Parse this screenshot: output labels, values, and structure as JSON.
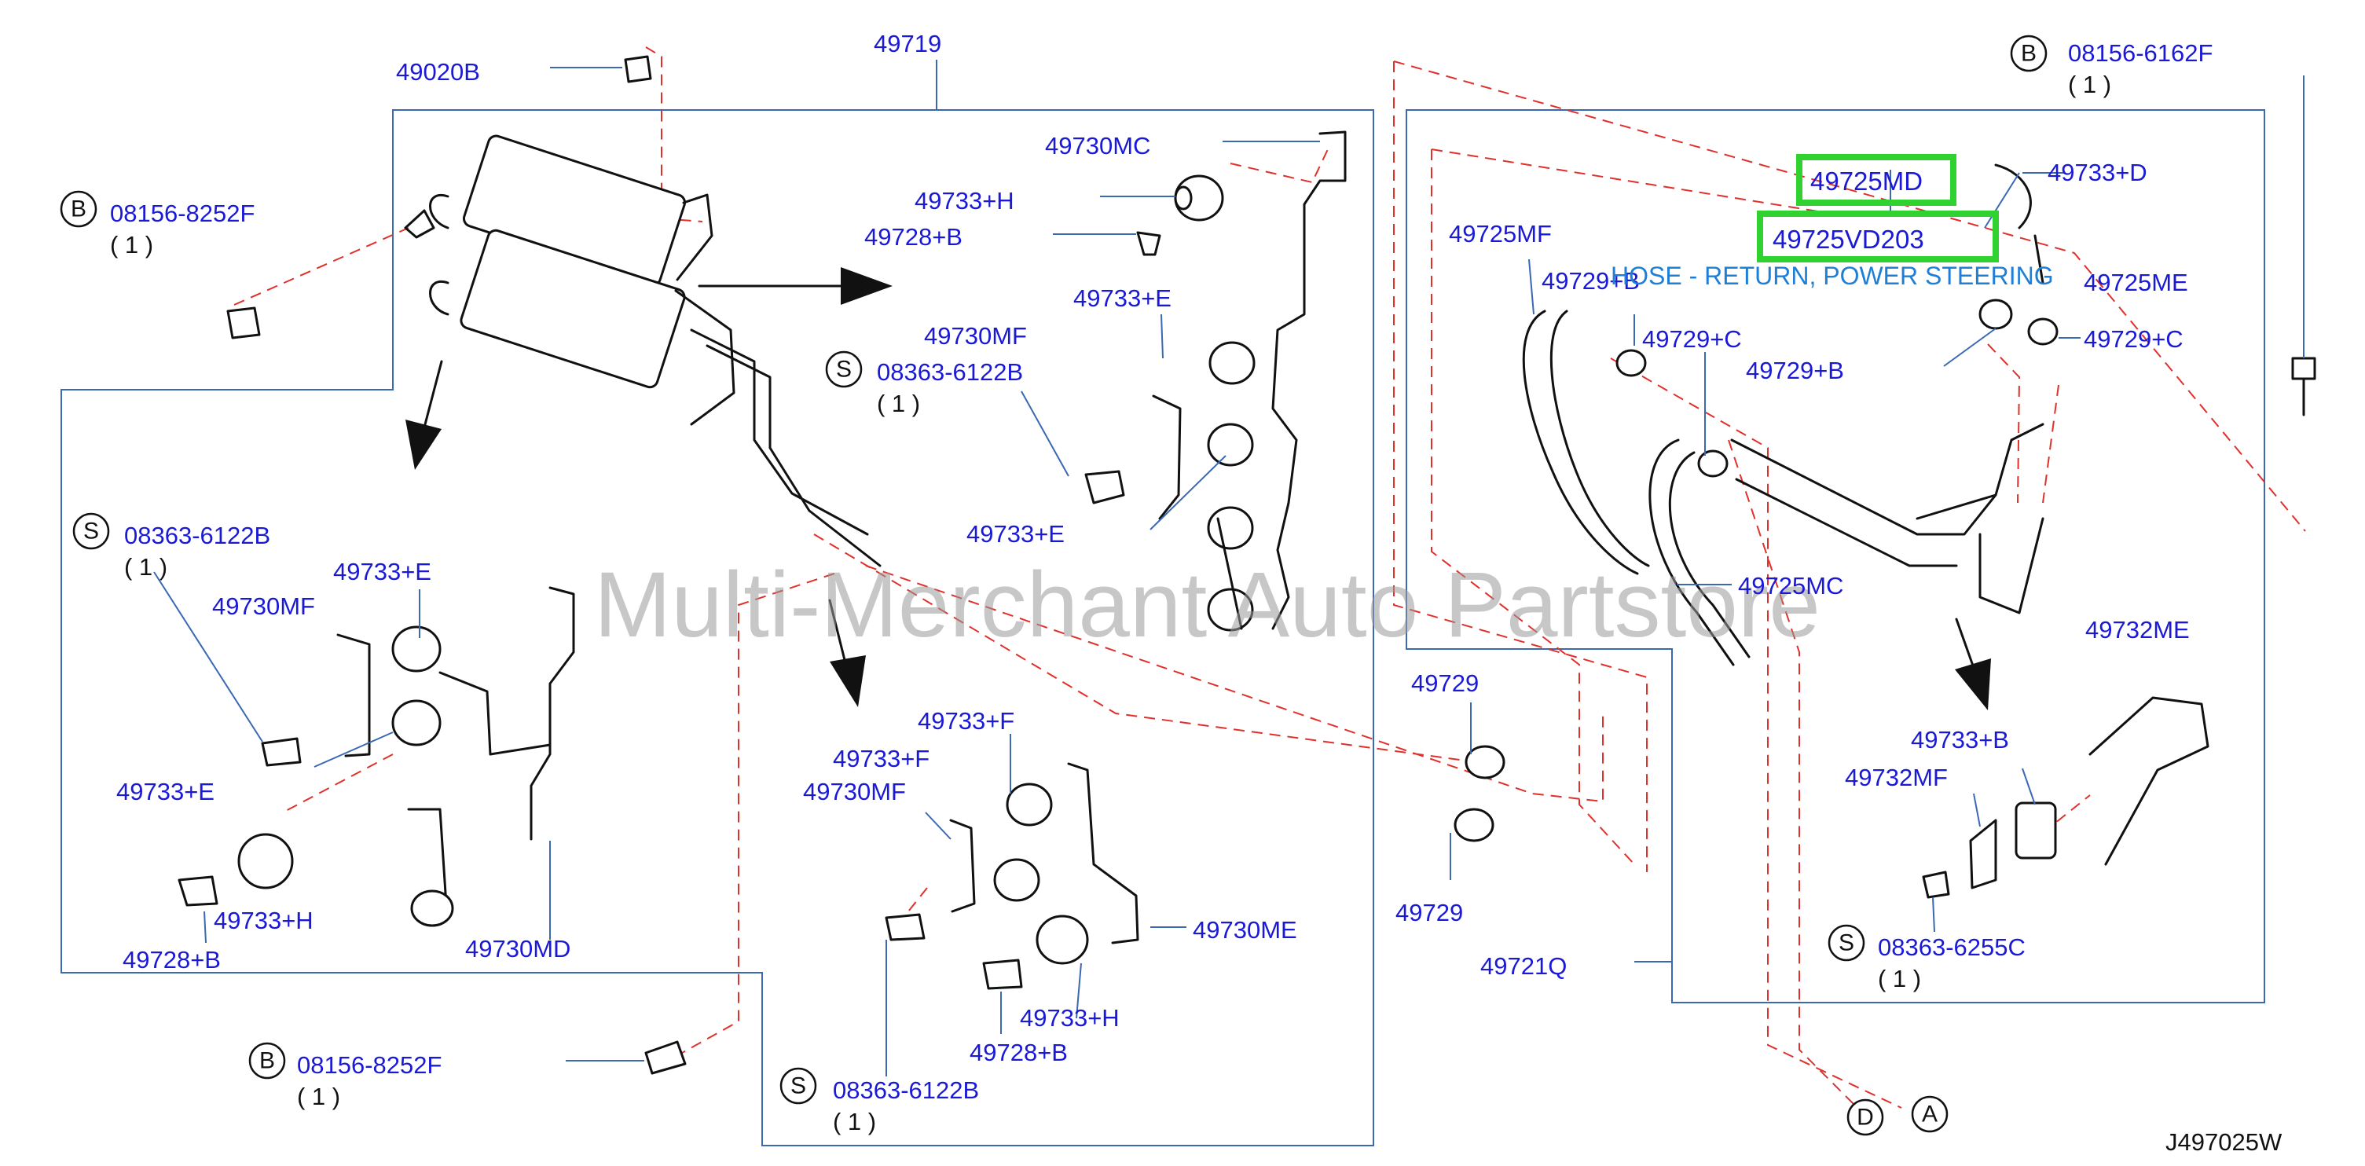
{
  "watermark": "Multi-Merchant Auto Partstore",
  "diagram_code": "J497025W",
  "highlighted": {
    "part_a": "49725MD",
    "part_b": "49725VD203",
    "description": "HOSE - RETURN, POWER STEERING",
    "highlight_color": "#2fd22f"
  },
  "labels": {
    "l_49020B": "49020B",
    "l_49719": "49719",
    "l_08156_6162F": "08156-6162F",
    "l_49730MC": "49730MC",
    "l_49733H_1": "49733+H",
    "l_49728B_1": "49728+B",
    "l_08156_8252F_1": "08156-8252F",
    "l_49733D": "49733+D",
    "l_49725MF": "49725MF",
    "l_49729B_1": "49729+B",
    "l_49725ME": "49725ME",
    "l_49733E_1": "49733+E",
    "l_49730MF_1": "49730MF",
    "l_49729C_1": "49729+C",
    "l_49729C_2": "49729+C",
    "l_08363_6122B_1": "08363-6122B",
    "l_49729B_2": "49729+B",
    "l_49733E_2": "49733+E",
    "l_08363_6122B_2": "08363-6122B",
    "l_49733E_3": "49733+E",
    "l_49730MF_2": "49730MF",
    "l_49725MC": "49725MC",
    "l_49732ME": "49732ME",
    "l_49729_1": "49729",
    "l_49733E_4": "49733+E",
    "l_49733F_1": "49733+F",
    "l_49733F_2": "49733+F",
    "l_49730MF_3": "49730MF",
    "l_49733B": "49733+B",
    "l_49732MF": "49732MF",
    "l_49733H_2": "49733+H",
    "l_49728B_2": "49728+B",
    "l_49730MD": "49730MD",
    "l_49729_2": "49729",
    "l_49730ME": "49730ME",
    "l_49721Q": "49721Q",
    "l_08363_6255C": "08363-6255C",
    "l_49733H_3": "49733+H",
    "l_49728B_3": "49728+B",
    "l_08156_8252F_2": "08156-8252F",
    "l_08363_6122B_3": "08363-6122B"
  },
  "quantities": {
    "one": "( 1 )"
  },
  "circle_letters": {
    "B": "B",
    "S": "S",
    "D": "D",
    "A": "A"
  }
}
